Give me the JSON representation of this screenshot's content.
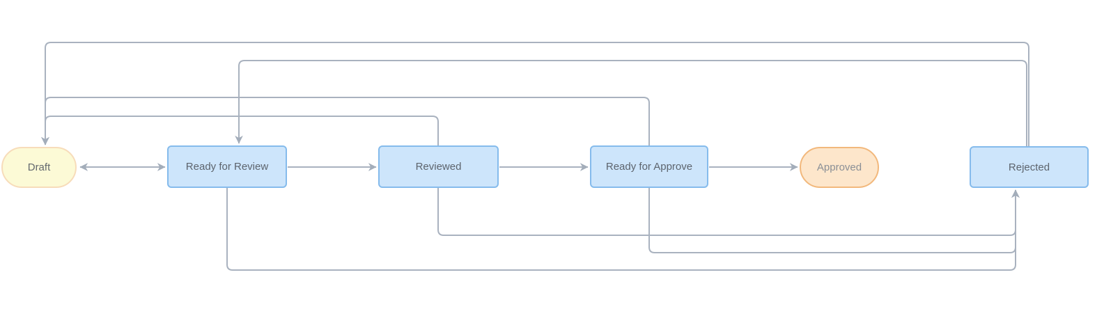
{
  "diagram": {
    "type": "workflow-state-diagram",
    "background_color": "#ffffff",
    "edge_color": "#a9b2bf",
    "nodes": {
      "draft": {
        "label": "Draft",
        "shape": "pill",
        "role": "start",
        "fill": "#fcfad6",
        "border": "#f7dcba"
      },
      "ready_for_review": {
        "label": "Ready for Review",
        "shape": "rect",
        "role": "state",
        "fill": "#cde5fb",
        "border": "#85bbec"
      },
      "reviewed": {
        "label": "Reviewed",
        "shape": "rect",
        "role": "state",
        "fill": "#cde5fb",
        "border": "#85bbec"
      },
      "ready_for_approve": {
        "label": "Ready for Approve",
        "shape": "rect",
        "role": "state",
        "fill": "#cde5fb",
        "border": "#85bbec"
      },
      "approved": {
        "label": "Approved",
        "shape": "pill",
        "role": "end",
        "fill": "#fde6cb",
        "border": "#f2b87c"
      },
      "rejected": {
        "label": "Rejected",
        "shape": "rect",
        "role": "state",
        "fill": "#cde5fb",
        "border": "#85bbec"
      }
    },
    "edges": [
      {
        "from": "draft",
        "to": "ready_for_review",
        "bidirectional": true
      },
      {
        "from": "ready_for_review",
        "to": "reviewed",
        "bidirectional": false
      },
      {
        "from": "reviewed",
        "to": "ready_for_approve",
        "bidirectional": false
      },
      {
        "from": "ready_for_approve",
        "to": "approved",
        "bidirectional": false
      },
      {
        "from": "rejected",
        "to": "draft",
        "bidirectional": false
      },
      {
        "from": "rejected",
        "to": "ready_for_review",
        "bidirectional": false
      },
      {
        "from": "ready_for_approve",
        "to": "draft",
        "bidirectional": false
      },
      {
        "from": "reviewed",
        "to": "draft",
        "bidirectional": false
      },
      {
        "from": "ready_for_review",
        "to": "rejected",
        "bidirectional": false
      },
      {
        "from": "reviewed",
        "to": "rejected",
        "bidirectional": false
      },
      {
        "from": "ready_for_approve",
        "to": "rejected",
        "bidirectional": false
      }
    ]
  }
}
